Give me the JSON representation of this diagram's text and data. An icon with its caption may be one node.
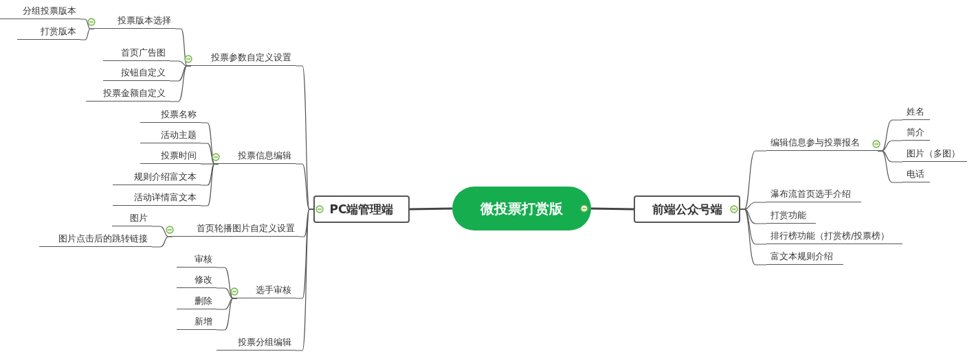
{
  "diagram": {
    "nodes": [
      {
        "text": [
          "微投票打赏版"
        ]
      },
      {
        "text": [
          "PC端管理端"
        ]
      },
      {
        "text": [
          "投票参数自定义设置"
        ]
      },
      {
        "text": [
          "投票版本选择"
        ]
      },
      {
        "text": [
          "分组投票版本"
        ]
      },
      {
        "text": [
          "打赏版本"
        ]
      },
      {
        "text": [
          "首页广告图"
        ]
      },
      {
        "text": [
          "按钮自定义"
        ]
      },
      {
        "text": [
          "投票金额自定义"
        ]
      },
      {
        "text": [
          "投票信息编辑"
        ]
      },
      {
        "text": [
          "投票名称"
        ]
      },
      {
        "text": [
          "活动主题"
        ]
      },
      {
        "text": [
          "投票时间"
        ]
      },
      {
        "text": [
          "规则介绍富文本"
        ]
      },
      {
        "text": [
          "活动详情富文本"
        ]
      },
      {
        "text": [
          "首页轮播图片自定义设置"
        ]
      },
      {
        "text": [
          "图片"
        ]
      },
      {
        "text": [
          "图片点击后的跳转链接"
        ]
      },
      {
        "text": [
          "选手审核"
        ]
      },
      {
        "text": [
          "审核"
        ]
      },
      {
        "text": [
          "修改"
        ]
      },
      {
        "text": [
          "删除"
        ]
      },
      {
        "text": [
          "新增"
        ]
      },
      {
        "text": [
          "投票分组编辑"
        ]
      },
      {
        "text": [
          "前端公众号端"
        ]
      },
      {
        "text": [
          "编辑信息参与投票报名"
        ]
      },
      {
        "text": [
          "姓名"
        ]
      },
      {
        "text": [
          "简介"
        ]
      },
      {
        "text": [
          "图片（多图）"
        ]
      },
      {
        "text": [
          "电话"
        ]
      },
      {
        "text": [
          "瀑布流首页选手介绍"
        ]
      },
      {
        "text": [
          "打赏功能"
        ]
      },
      {
        "text": [
          "排行榜功能（打赏榜/投票榜）"
        ]
      },
      {
        "text": [
          "富文本规则介绍"
        ]
      }
    ],
    "edges": [
      {
        "from": 0,
        "to": 1,
        "arrow": "none"
      },
      {
        "from": 0,
        "to": 24,
        "arrow": "none"
      },
      {
        "from": 1,
        "to": 2,
        "arrow": "none"
      },
      {
        "from": 1,
        "to": 9,
        "arrow": "none"
      },
      {
        "from": 1,
        "to": 15,
        "arrow": "none"
      },
      {
        "from": 1,
        "to": 18,
        "arrow": "none"
      },
      {
        "from": 1,
        "to": 23,
        "arrow": "none"
      },
      {
        "from": 2,
        "to": 3,
        "arrow": "none"
      },
      {
        "from": 2,
        "to": 6,
        "arrow": "none"
      },
      {
        "from": 2,
        "to": 7,
        "arrow": "none"
      },
      {
        "from": 2,
        "to": 8,
        "arrow": "none"
      },
      {
        "from": 3,
        "to": 4,
        "arrow": "none"
      },
      {
        "from": 3,
        "to": 5,
        "arrow": "none"
      },
      {
        "from": 9,
        "to": 10,
        "arrow": "none"
      },
      {
        "from": 9,
        "to": 11,
        "arrow": "none"
      },
      {
        "from": 9,
        "to": 12,
        "arrow": "none"
      },
      {
        "from": 9,
        "to": 13,
        "arrow": "none"
      },
      {
        "from": 9,
        "to": 14,
        "arrow": "none"
      },
      {
        "from": 15,
        "to": 16,
        "arrow": "none"
      },
      {
        "from": 15,
        "to": 17,
        "arrow": "none"
      },
      {
        "from": 18,
        "to": 19,
        "arrow": "none"
      },
      {
        "from": 18,
        "to": 20,
        "arrow": "none"
      },
      {
        "from": 18,
        "to": 21,
        "arrow": "none"
      },
      {
        "from": 18,
        "to": 22,
        "arrow": "none"
      },
      {
        "from": 24,
        "to": 25,
        "arrow": "none"
      },
      {
        "from": 24,
        "to": 30,
        "arrow": "none"
      },
      {
        "from": 24,
        "to": 31,
        "arrow": "none"
      },
      {
        "from": 24,
        "to": 32,
        "arrow": "none"
      },
      {
        "from": 24,
        "to": 33,
        "arrow": "none"
      },
      {
        "from": 25,
        "to": 26,
        "arrow": "none"
      },
      {
        "from": 25,
        "to": 27,
        "arrow": "none"
      },
      {
        "from": 25,
        "to": 28,
        "arrow": "none"
      },
      {
        "from": 25,
        "to": 29,
        "arrow": "none"
      }
    ]
  }
}
